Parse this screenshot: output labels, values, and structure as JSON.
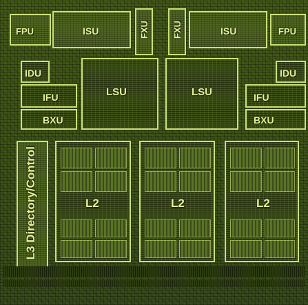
{
  "units": {
    "top_left": [
      "FPU",
      "ISU",
      "FXU"
    ],
    "top_right": [
      "FXU",
      "ISU",
      "FPU"
    ],
    "mid_left": [
      "IDU",
      "IFU",
      "BXU",
      "LSU"
    ],
    "mid_right": [
      "LSU",
      "IDU",
      "IFU",
      "BXU"
    ],
    "l3": "L3 Directory/Control",
    "l2": [
      "L2",
      "L2",
      "L2"
    ]
  },
  "colors": {
    "outline": "#cbe07a",
    "label": "#e4f09a",
    "die": "#3f5417"
  }
}
